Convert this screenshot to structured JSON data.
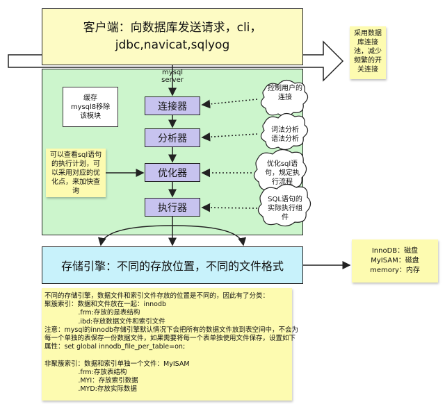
{
  "client": {
    "line1": "客户端：向数据库发送请求，cli，",
    "line2": "jdbc,navicat,sqlyog"
  },
  "pool_note": [
    "采用数据",
    "库连接",
    "池，减少",
    "频繁的开",
    "关连接"
  ],
  "server": {
    "label": "mysql server",
    "cache": [
      "缓存",
      "mysql8移除",
      "该模块"
    ],
    "stages": [
      "连接器",
      "分析器",
      "优化器",
      "执行器"
    ]
  },
  "clouds": [
    [
      "控制用户的",
      "连接"
    ],
    [
      "词法分析",
      "语法分析"
    ],
    [
      "优化sql语",
      "句，规定执",
      "行流程"
    ],
    [
      "SQL语句的",
      "实际执行组",
      "件"
    ]
  ],
  "plan_note": [
    "可以查看sql语句",
    "的执行计划，可",
    "以采用对应的优",
    "化点，来加快查",
    "询"
  ],
  "storage": {
    "label": "存储引擎：不同的存放位置，不同的文件格式"
  },
  "engine_note": [
    "InnoDB：磁盘",
    "MyISAM：磁盘",
    "memory：内存"
  ],
  "bottom_note": [
    "不同的存储引擎，数据文件和索引文件存放的位置是不同的，因此有了分类：",
    "聚簇索引：数据和文件放在一起：innodb",
    "                .frm:存放的是表结构",
    "                .ibd:存放数据文件和索引文件",
    "注意：mysql的innodb存储引擎默认情况下会把所有的数据文件放到表空间中，不会为",
    "每一个单独的表保存一份数据文件，如果需要将每一个表单独使用文件保存，设置如下",
    "属性：set global innodb_file_per_table=on;",
    "",
    "非聚簇索引：数据和索引单独一个文件：MyISAM",
    "                .frm:存放表结构",
    "                .MYI：存放索引数据",
    "                .MYD:存放实际数据"
  ],
  "colors": {
    "client_bg": "#fdfbc4",
    "server_bg": "#ccf5cc",
    "stage_bg": "#c7c3ef",
    "storage_bg": "#c8f2fb",
    "note_bg": "#fdfbb0"
  }
}
